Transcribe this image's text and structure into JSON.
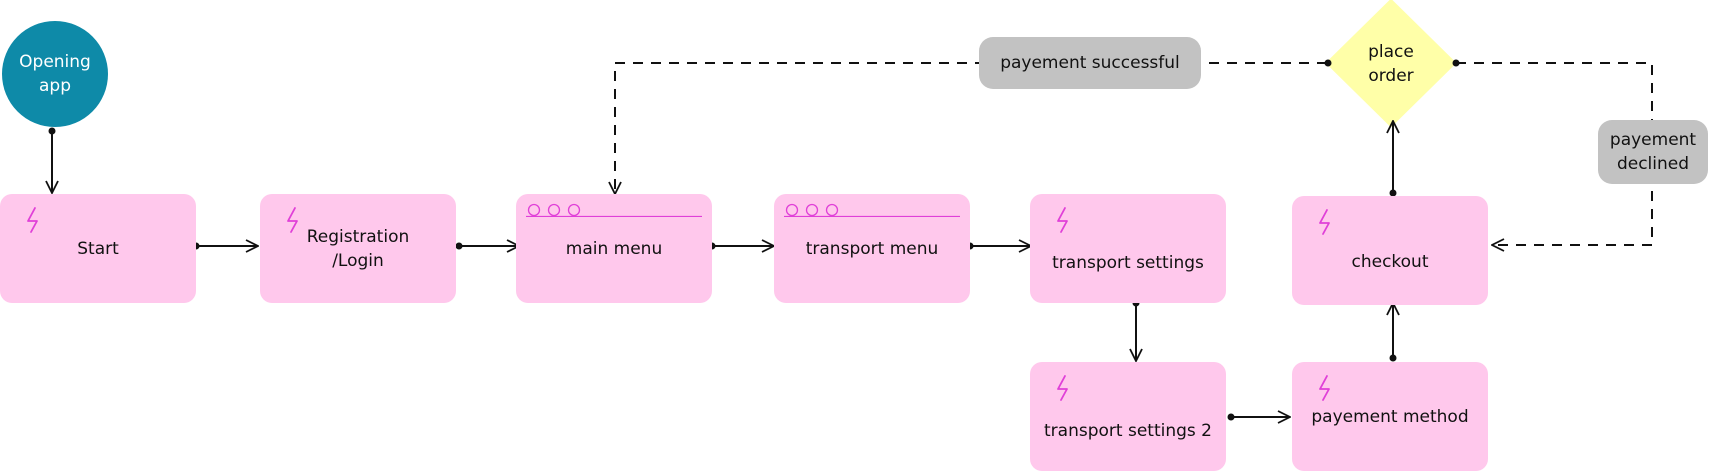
{
  "colors": {
    "screen_fill": "#ffc8ec",
    "icon_accent": "#e040d8",
    "start_circle": "#0e8aa8",
    "decision_fill": "#ffffa8",
    "tag_fill": "#c2c2c2",
    "connector": "#111111"
  },
  "nodes": {
    "opening": {
      "label": "Opening\napp"
    },
    "start": {
      "label": "Start",
      "icon": "lightning-icon"
    },
    "registration": {
      "label": "Registration\n/Login",
      "icon": "lightning-icon"
    },
    "main_menu": {
      "label": "main menu",
      "icon": "window-dots-icon"
    },
    "transport_menu": {
      "label": "transport menu",
      "icon": "window-dots-icon"
    },
    "transport_settings": {
      "label": "transport settings",
      "icon": "lightning-icon"
    },
    "transport_settings_2": {
      "label": "transport settings 2",
      "icon": "lightning-icon"
    },
    "payment_method": {
      "label": "payement method",
      "icon": "lightning-icon"
    },
    "checkout": {
      "label": "checkout",
      "icon": "lightning-icon"
    },
    "place_order": {
      "label": "place\norder"
    }
  },
  "tags": {
    "payment_successful": "payement successful",
    "payment_declined": "payement\ndeclined"
  }
}
